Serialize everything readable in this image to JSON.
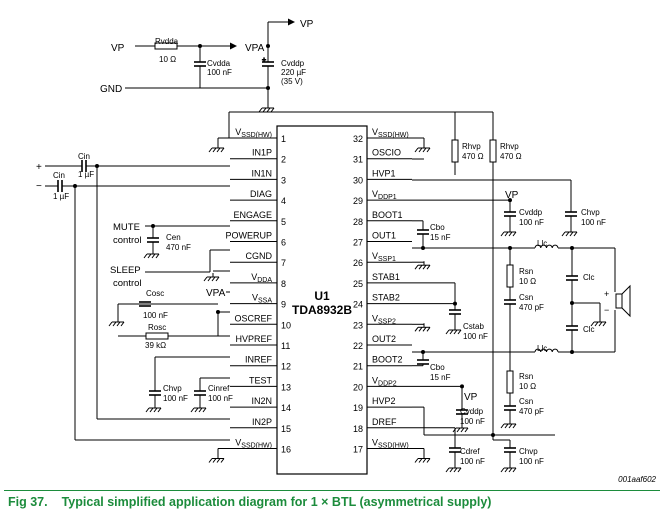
{
  "caption": {
    "figure_label": "Fig 37.",
    "title": "Typical simplified application diagram for 1 × BTL (asymmetrical supply)"
  },
  "drawing_id": "001aaf602",
  "chip": {
    "designator": "U1",
    "part": "TDA8932B"
  },
  "pins_left": [
    {
      "num": "1",
      "name": "VSSD(HW)"
    },
    {
      "num": "2",
      "name": "IN1P"
    },
    {
      "num": "3",
      "name": "IN1N"
    },
    {
      "num": "4",
      "name": "DIAG"
    },
    {
      "num": "5",
      "name": "ENGAGE"
    },
    {
      "num": "6",
      "name": "POWERUP"
    },
    {
      "num": "7",
      "name": "CGND"
    },
    {
      "num": "8",
      "name": "VDDA"
    },
    {
      "num": "9",
      "name": "VSSA"
    },
    {
      "num": "10",
      "name": "OSCREF"
    },
    {
      "num": "11",
      "name": "HVPREF"
    },
    {
      "num": "12",
      "name": "INREF"
    },
    {
      "num": "13",
      "name": "TEST"
    },
    {
      "num": "14",
      "name": "IN2N"
    },
    {
      "num": "15",
      "name": "IN2P"
    },
    {
      "num": "16",
      "name": "VSSD(HW)"
    }
  ],
  "pins_right": [
    {
      "num": "32",
      "name": "VSSD(HW)"
    },
    {
      "num": "31",
      "name": "OSCIO"
    },
    {
      "num": "30",
      "name": "HVP1"
    },
    {
      "num": "29",
      "name": "VDDP1"
    },
    {
      "num": "28",
      "name": "BOOT1"
    },
    {
      "num": "27",
      "name": "OUT1"
    },
    {
      "num": "26",
      "name": "VSSP1"
    },
    {
      "num": "25",
      "name": "STAB1"
    },
    {
      "num": "24",
      "name": "STAB2"
    },
    {
      "num": "23",
      "name": "VSSP2"
    },
    {
      "num": "22",
      "name": "OUT2"
    },
    {
      "num": "21",
      "name": "BOOT2"
    },
    {
      "num": "20",
      "name": "VDDP2"
    },
    {
      "num": "19",
      "name": "HVP2"
    },
    {
      "num": "18",
      "name": "DREF"
    },
    {
      "num": "17",
      "name": "VSSD(HW)"
    }
  ],
  "labels": {
    "vp_top": "VP",
    "vp_in": "VP",
    "vpa_out": "VPA",
    "gnd": "GND",
    "rvdda": "Rvdda",
    "rvdda_val": "10 Ω",
    "cvdda": "Cvdda",
    "cvdda_val": "100 nF",
    "cvddp_top": "Cvddp",
    "cvddp_top_val": "220 µF",
    "cvddp_top_volt": "(35 V)",
    "plus_in": "+",
    "minus_in": "−",
    "cin1": "Cin",
    "cin1_val": "1 µF",
    "cin2": "Cin",
    "cin2_val": "1 µF",
    "mute": "MUTE",
    "control1": "control",
    "sleep": "SLEEP",
    "control2": "control",
    "cen": "Cen",
    "cen_val": "470 nF",
    "vpa_pin": "VPA",
    "cosc": "Cosc",
    "cosc_val": "100 nF",
    "rosc": "Rosc",
    "rosc_val": "39 kΩ",
    "chvp_l": "Chvp",
    "chvp_l_val": "100 nF",
    "cinref": "Cinref",
    "cinref_val": "100 nF",
    "rhvp1": "Rhvp",
    "rhvp1_val": "470 Ω",
    "rhvp2": "Rhvp",
    "rhvp2_val": "470 Ω",
    "vp_29": "VP",
    "cvddp_29": "Cvddp",
    "cvddp_29_val": "100 nF",
    "chvp_r1": "Chvp",
    "chvp_r1_val": "100 nF",
    "cbo1": "Cbo",
    "cbo1_val": "15 nF",
    "llc1": "Llc",
    "llc2": "Llc",
    "rsn1": "Rsn",
    "rsn1_val": "10 Ω",
    "csn1": "Csn",
    "csn1_val": "470 pF",
    "clc1": "Clc",
    "clc2": "Clc",
    "spk_plus": "+",
    "spk_minus": "−",
    "cstab": "Cstab",
    "cstab_val": "100 nF",
    "cbo2": "Cbo",
    "cbo2_val": "15 nF",
    "rsn2": "Rsn",
    "rsn2_val": "10 Ω",
    "csn2": "Csn",
    "csn2_val": "470 pF",
    "vp_20": "VP",
    "cvddp_20": "Cvddp",
    "cvddp_20_val": "100 nF",
    "cdref": "Cdref",
    "cdref_val": "100 nF",
    "chvp_r2": "Chvp",
    "chvp_r2_val": "100 nF"
  }
}
